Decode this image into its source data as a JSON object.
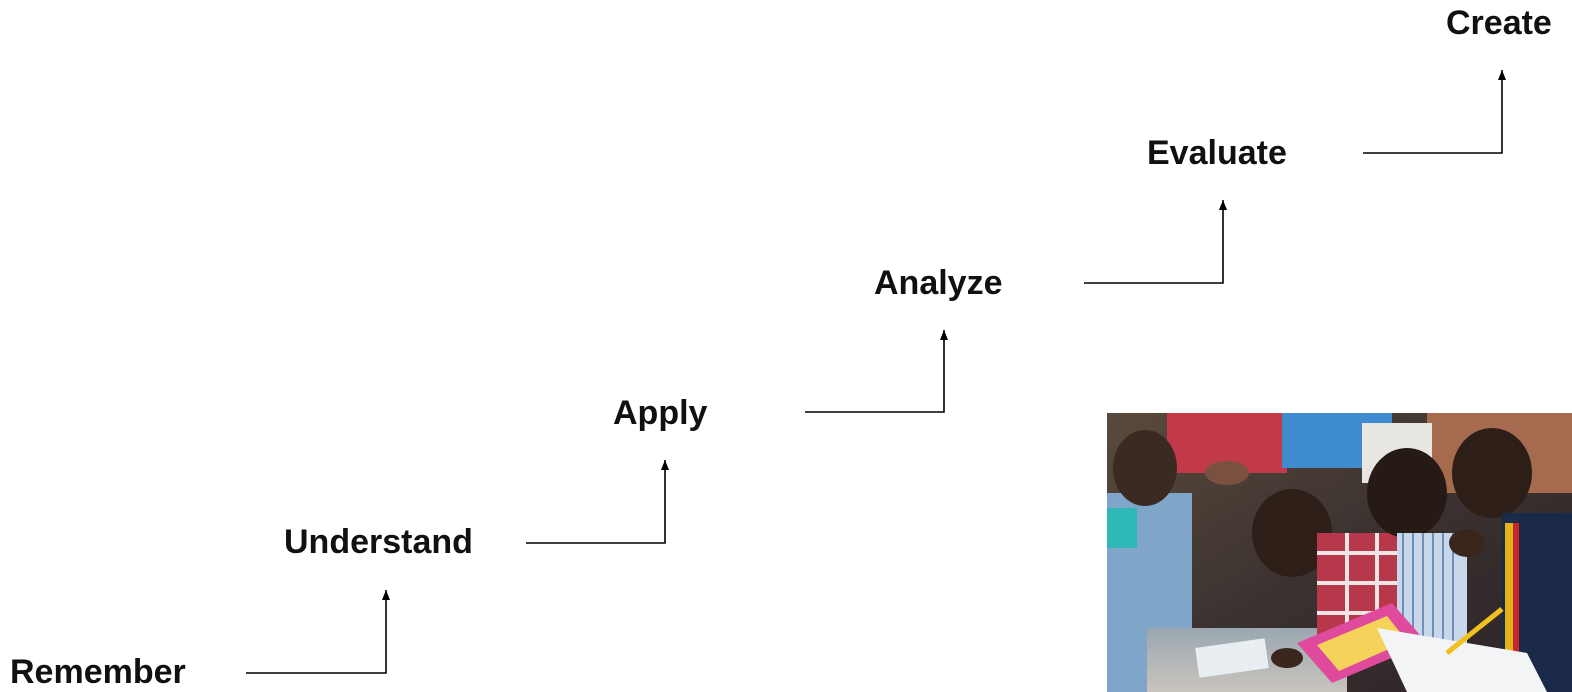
{
  "steps": [
    {
      "label": "Remember"
    },
    {
      "label": "Understand"
    },
    {
      "label": "Apply"
    },
    {
      "label": "Analyze"
    },
    {
      "label": "Evaluate"
    },
    {
      "label": "Create"
    }
  ],
  "colors": {
    "text": "#111111",
    "connector": "#000000",
    "background": "#ffffff"
  },
  "photo": {
    "subject": "children reading books together"
  }
}
